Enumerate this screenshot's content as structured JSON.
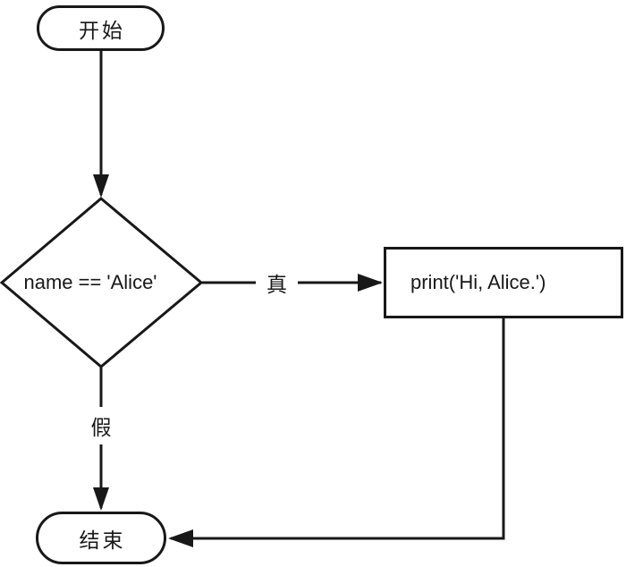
{
  "diagram": {
    "type": "flowchart",
    "colors": {
      "background": "#ffffff",
      "line": "#181818",
      "node_fill": "#ffffff"
    },
    "nodes": {
      "start": {
        "shape": "terminal",
        "label": "开始"
      },
      "decision": {
        "shape": "diamond",
        "label": "name == 'Alice'"
      },
      "process": {
        "shape": "rectangle",
        "label": "print('Hi, Alice.')"
      },
      "end": {
        "shape": "terminal",
        "label": "结束"
      }
    },
    "edge_labels": {
      "true_branch": "真",
      "false_branch": "假"
    },
    "edges": [
      {
        "from": "start",
        "to": "decision",
        "label": ""
      },
      {
        "from": "decision",
        "to": "process",
        "label": "真"
      },
      {
        "from": "decision",
        "to": "end",
        "label": "假"
      },
      {
        "from": "process",
        "to": "end",
        "label": ""
      }
    ]
  }
}
